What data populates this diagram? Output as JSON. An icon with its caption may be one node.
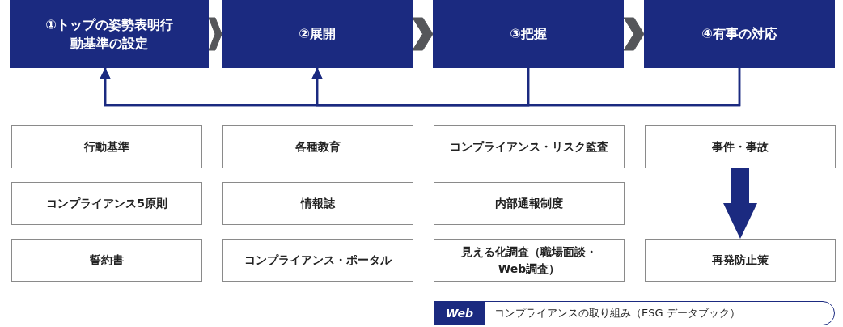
{
  "diagram": {
    "nodes": [
      {
        "text": [
          "①トップの姿勢表明行動基準の設定"
        ]
      },
      {
        "text": [
          "②展開"
        ]
      },
      {
        "text": [
          "③把握"
        ]
      },
      {
        "text": [
          "④有事の対応"
        ]
      },
      {
        "text": [
          "行動基準"
        ]
      },
      {
        "text": [
          "コンプライアンス5原則"
        ]
      },
      {
        "text": [
          "誓約書"
        ]
      },
      {
        "text": [
          "各種教育"
        ]
      },
      {
        "text": [
          "情報誌"
        ]
      },
      {
        "text": [
          "コンプライアンス・ポータル"
        ]
      },
      {
        "text": [
          "コンプライアンス・リスク監査"
        ]
      },
      {
        "text": [
          "内部通報制度"
        ]
      },
      {
        "text": [
          "見える化調査（職場面談・Web調査）"
        ]
      },
      {
        "text": [
          "事件・事故"
        ]
      },
      {
        "text": [
          "再発防止策"
        ]
      },
      {
        "text": [
          "Web",
          "コンプライアンスの取り組み（ESG データブック）"
        ]
      }
    ],
    "edges": [
      {
        "from": 0,
        "to": 1,
        "arrow": "to",
        "color": "#55565a"
      },
      {
        "from": 1,
        "to": 2,
        "arrow": "to",
        "color": "#55565a"
      },
      {
        "from": 2,
        "to": 3,
        "arrow": "to",
        "color": "#55565a"
      },
      {
        "from": 2,
        "to": 0,
        "arrow": "to"
      },
      {
        "from": 2,
        "to": 1,
        "arrow": "to"
      },
      {
        "from": 3,
        "to": 0,
        "arrow": "to"
      },
      {
        "from": 3,
        "to": 1,
        "arrow": "to"
      },
      {
        "from": 13,
        "to": 14,
        "arrow": "to",
        "style": "thick"
      }
    ]
  }
}
